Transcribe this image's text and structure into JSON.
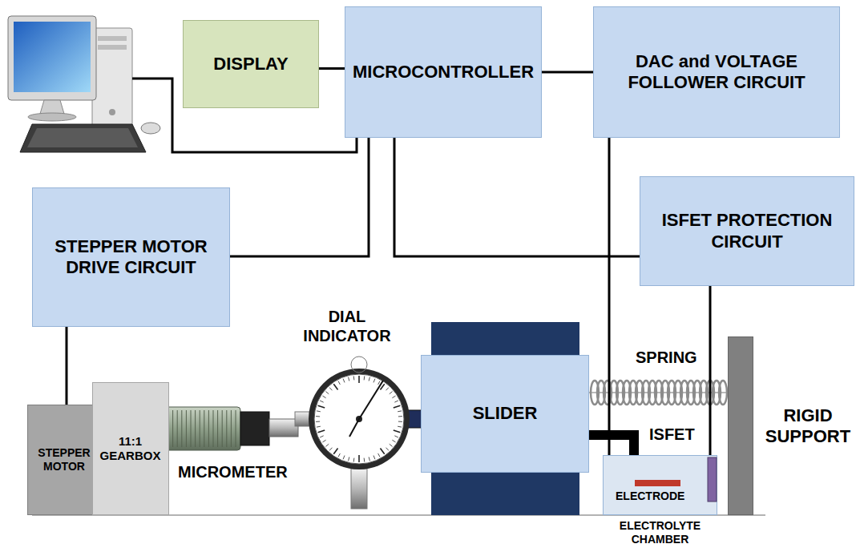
{
  "diagram": {
    "nodes": [
      {
        "text": [
          "DISPLAY"
        ]
      },
      {
        "text": [
          "MICROCONTROLLER"
        ]
      },
      {
        "text": [
          "DAC and VOLTAGE FOLLOWER CIRCUIT"
        ]
      },
      {
        "text": [
          "STEPPER MOTOR DRIVE CIRCUIT"
        ]
      },
      {
        "text": [
          "ISFET PROTECTION CIRCUIT"
        ]
      },
      {
        "text": [
          "STEPPER MOTOR"
        ]
      },
      {
        "text": [
          "11:1 GEARBOX"
        ]
      },
      {
        "text": [
          "SLIDER"
        ]
      },
      {
        "text": [
          "RIGID SUPPORT"
        ]
      },
      {
        "text": [
          "ELECTROLYTE CHAMBER"
        ]
      }
    ],
    "edges": [
      {
        "from": 0,
        "to": 1,
        "arrow": "none"
      },
      {
        "from": 1,
        "to": 2,
        "arrow": "none"
      },
      {
        "from": 1,
        "to": 3,
        "arrow": "none"
      },
      {
        "from": 1,
        "to": 4,
        "arrow": "none"
      },
      {
        "from": 3,
        "to": 5,
        "arrow": "none"
      },
      {
        "from": 2,
        "to": 9,
        "arrow": "none"
      },
      {
        "from": 4,
        "to": 9,
        "arrow": "none"
      }
    ],
    "labels": [
      "DIAL INDICATOR",
      "MICROMETER",
      "SPRING",
      "ISFET",
      "ELECTRODE"
    ]
  }
}
